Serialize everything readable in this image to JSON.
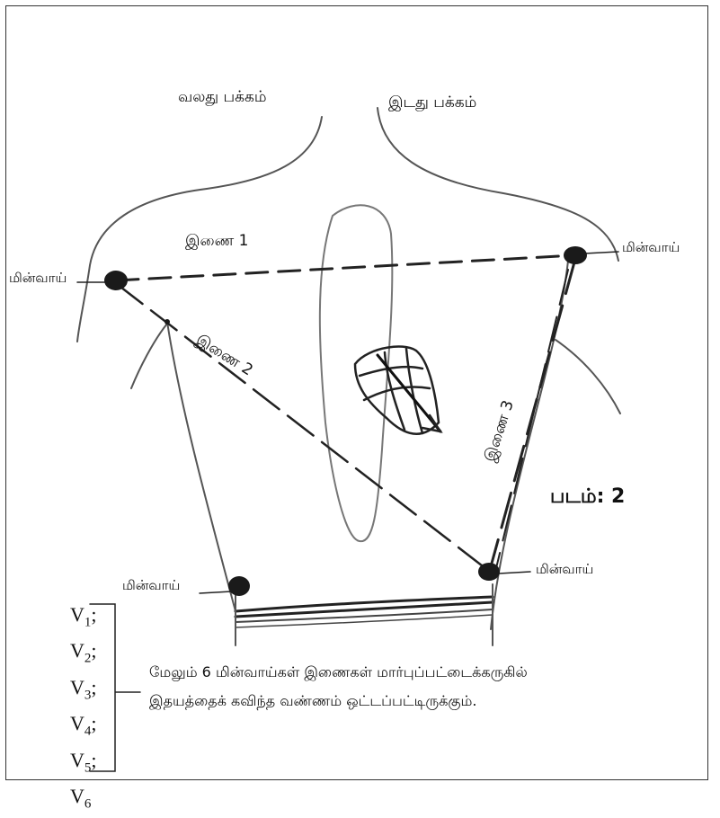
{
  "labels": {
    "right_side": "வலது பக்கம்",
    "left_side": "இடது பக்கம்",
    "lead1": "இணை 1",
    "lead2": "இணை 2",
    "lead3": "இணை 3",
    "electrode_right_arm": "மின்வாய்",
    "electrode_left_arm": "மின்வாய்",
    "electrode_left_leg": "மின்வாய்",
    "electrode_right_leg": "மின்வாய்"
  },
  "caption": "படம்: 2",
  "chest_leads": [
    {
      "letter": "V",
      "num": "1",
      "suffix": ";"
    },
    {
      "letter": "V",
      "num": "2",
      "suffix": ";"
    },
    {
      "letter": "V",
      "num": "3",
      "suffix": ";"
    },
    {
      "letter": "V",
      "num": "4",
      "suffix": ";"
    },
    {
      "letter": "V",
      "num": "5",
      "suffix": ";"
    },
    {
      "letter": "V",
      "num": "6",
      "suffix": ""
    }
  ],
  "note_line1": "மேலும் 6 மின்வாய்கள்   இணைகள் மார்புப்பட்டைக்கருகில்",
  "note_line2": "இதயத்தைக் கவிந்த வண்ணம் ஒட்டப்பட்டிருக்கும்."
}
